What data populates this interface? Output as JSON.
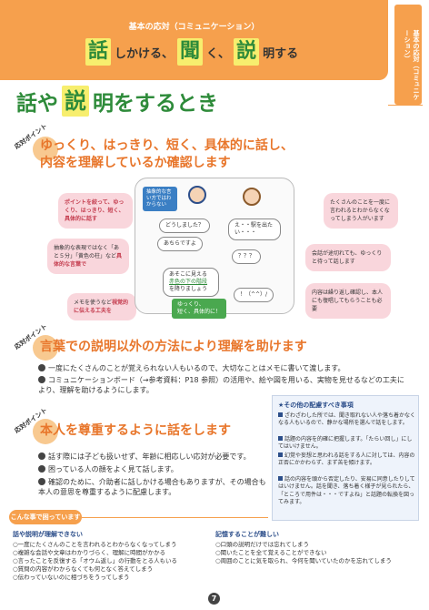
{
  "header": {
    "subtitle": "基本の応対（コミュニケーション）",
    "title_parts": [
      "話",
      "しかける、",
      "聞",
      "く、",
      "説",
      "明する"
    ]
  },
  "side_tab": {
    "text": "基本の応対（コミュニケーション）"
  },
  "page_title": {
    "parts": [
      "話や",
      "説",
      "明をするとき"
    ]
  },
  "point_label": "応対ポイント",
  "section1": {
    "heading_line1": "ゆっくり、はっきり、短く、具体的に話し、",
    "heading_line2": "内容を理解しているか確認します",
    "left_bubbles": [
      {
        "plain": "ポイントを絞って、ゆっくり、はっきり、短く、具体的に話す"
      },
      {
        "prefix": "抽象的な表現ではなく「あと５分」「黄色の柱」など",
        "bold": "具体的な言葉で"
      },
      {
        "prefix": "メモを使うなど",
        "bold": "視覚的に伝える工夫を"
      }
    ],
    "right_bubbles": [
      "たくさんのことを一度に言われるとわからなくなってしまう人がいます",
      "会話が途切れても、ゆっくりと待って話します",
      "内容は繰り返し確認し、本人にも復唱してもらうことも必要"
    ],
    "illustration": {
      "blue_label": "抽象的な言い方ではわからない",
      "speech_left_1": "どうしました？",
      "speech_left_2": "あちらですよ",
      "speech_right_1": "え・・駅を出たい・・・",
      "speech_right_2": "？？？",
      "speech_mid_line1": "あそこに見える",
      "speech_mid_line2": "赤色の下の階段",
      "speech_mid_line3": "を降りましょう",
      "speech_right_3": "！（^^）/",
      "green_label_line1": "ゆっくり、",
      "green_label_line2": "短く、具体的に！"
    }
  },
  "section2": {
    "heading": "言葉での説明以外の方法により理解を助けます",
    "bullets": [
      "一度にたくさんのことが覚えられない人もいるので、大切なことはメモに書いて渡します。",
      "コミュニケーションボード（→参考資料：P18 参照）の活用や、絵や図を用いる、実物を見せるなどの工夫により、理解を助けるようにします。"
    ]
  },
  "section3": {
    "heading": "本人を尊重するように話をします",
    "bullets": [
      "話す際には子ども扱いせず、年齢に相応しい応対が必要です。",
      "困っている人の顔をよく見て話します。",
      "確認のために、介助者に話しかける場合もありますが、その場合も本人の意思を尊重するように配慮します。"
    ]
  },
  "tips": {
    "title": "★その他の配慮すべき事項",
    "items": [
      "ざわざわした所では、聞き取れない人や落ち着かなくなる人もいるので、静かな場所を選んで話をします。",
      "話題の内容を的確に把握します。「たらい回し」にしてはいけません。",
      "幻覚や妄想と思われる話をする人に対しては、内容の正否にかかわらず、まず苦を傾けます。",
      "話の内容を頭から否定したり、安易に同意したりしてはいけません。話を聞き、落ち着く様子が見られたら、「ところで用件は・・・ですよね」と話題の転換を図ってみます。"
    ]
  },
  "trouble": {
    "head": "こんな事で困っています",
    "col1_head": "話や説明が理解できない",
    "col1_items": [
      "○一度にたくさんのことを言われるとわからなくなってしまう",
      "○複雑な会話や文章はわかりづらく、理解に時間がかかる",
      "○言ったことを反復する「オウム返し」の行動をとる人もいる",
      "○質問の内容がわからなくても何となく答えてしまう",
      "○伝わっていないのに相づちをうってしまう"
    ],
    "col2_head": "記憶することが難しい",
    "col2_items": [
      "○口頭の説明だけでは忘れてしまう",
      "○聞いたことを全て覚えることができない",
      "○周囲のことに気を取られ、今何を聞いていたのかを忘れてしまう"
    ]
  },
  "page_number": "7",
  "colors": {
    "orange": "#f6a04d",
    "green": "#2e8b3a",
    "yellow": "#f7ee6e",
    "navy": "#2c4e8a"
  }
}
